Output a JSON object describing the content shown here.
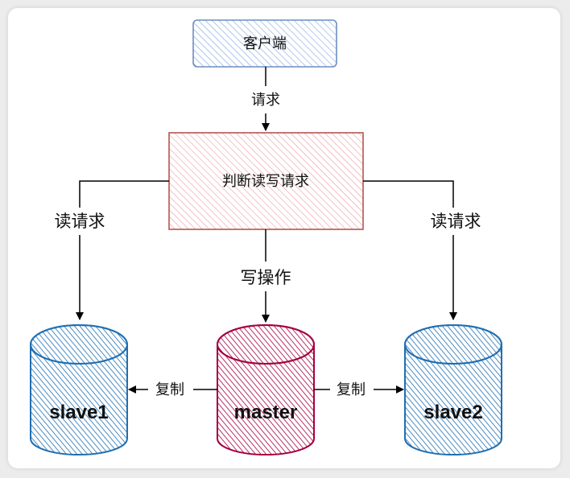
{
  "nodes": {
    "client": "客户端",
    "judge": "判断读写请求",
    "slave1": "slave1",
    "master": "master",
    "slave2": "slave2"
  },
  "edges": {
    "request": "请求",
    "read_left": "读请求",
    "write": "写操作",
    "read_right": "读请求",
    "replicate_left": "复制",
    "replicate_right": "复制"
  },
  "colors": {
    "client_border": "#6c8ebf",
    "client_hatch": "#7ea6e0",
    "judge_border": "#b85450",
    "judge_hatch": "#ea9aa5",
    "slave_stroke": "#1f6fb2",
    "master_stroke": "#a50040"
  }
}
